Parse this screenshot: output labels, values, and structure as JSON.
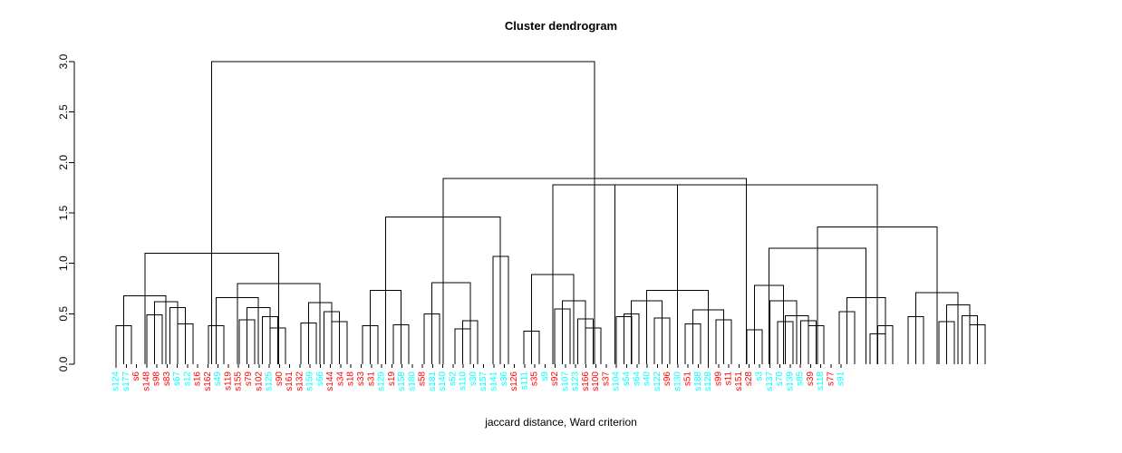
{
  "chart_data": {
    "type": "dendrogram",
    "title": "Cluster dendrogram",
    "xlabel": "jaccard distance, Ward criterion",
    "ylabel": "",
    "ylim": [
      0,
      3.0
    ],
    "yticks": [
      "0.0",
      "0.5",
      "1.0",
      "1.5",
      "2.0",
      "2.5",
      "3.0"
    ],
    "ytick_values": [
      0.0,
      0.5,
      1.0,
      1.5,
      2.0,
      2.5,
      3.0
    ],
    "grid": false,
    "legend": null,
    "n_leaves": 88,
    "leaf_colors": {
      "cyan": "#00FFFF",
      "red": "#FF0000"
    },
    "leaves": [
      {
        "label": "s124",
        "color": "cyan"
      },
      {
        "label": "s177",
        "color": "cyan"
      },
      {
        "label": "s6",
        "color": "red"
      },
      {
        "label": "s148",
        "color": "red"
      },
      {
        "label": "s98",
        "color": "red"
      },
      {
        "label": "s83",
        "color": "red"
      },
      {
        "label": "s67",
        "color": "cyan"
      },
      {
        "label": "s12",
        "color": "cyan"
      },
      {
        "label": "s16",
        "color": "red"
      },
      {
        "label": "s162",
        "color": "red"
      },
      {
        "label": "s49",
        "color": "cyan"
      },
      {
        "label": "s119",
        "color": "red"
      },
      {
        "label": "s155",
        "color": "red"
      },
      {
        "label": "s79",
        "color": "red"
      },
      {
        "label": "s102",
        "color": "red"
      },
      {
        "label": "s125",
        "color": "cyan"
      },
      {
        "label": "s90",
        "color": "red"
      },
      {
        "label": "s161",
        "color": "red"
      },
      {
        "label": "s132",
        "color": "red"
      },
      {
        "label": "s159",
        "color": "cyan"
      },
      {
        "label": "s66",
        "color": "cyan"
      },
      {
        "label": "s144",
        "color": "red"
      },
      {
        "label": "s34",
        "color": "red"
      },
      {
        "label": "s18",
        "color": "red"
      },
      {
        "label": "s33",
        "color": "red"
      },
      {
        "label": "s31",
        "color": "red"
      },
      {
        "label": "s129",
        "color": "cyan"
      },
      {
        "label": "s19",
        "color": "red"
      },
      {
        "label": "s158",
        "color": "cyan"
      },
      {
        "label": "s180",
        "color": "cyan"
      },
      {
        "label": "s58",
        "color": "red"
      },
      {
        "label": "s181",
        "color": "cyan"
      },
      {
        "label": "s140",
        "color": "cyan"
      },
      {
        "label": "s52",
        "color": "cyan"
      },
      {
        "label": "s110",
        "color": "cyan"
      },
      {
        "label": "s30",
        "color": "cyan"
      },
      {
        "label": "s157",
        "color": "cyan"
      },
      {
        "label": "s141",
        "color": "cyan"
      },
      {
        "label": "s36",
        "color": "cyan"
      },
      {
        "label": "s126",
        "color": "red"
      },
      {
        "label": "s111",
        "color": "cyan"
      },
      {
        "label": "s35",
        "color": "red"
      },
      {
        "label": "s9",
        "color": "cyan"
      },
      {
        "label": "s92",
        "color": "red"
      },
      {
        "label": "s107",
        "color": "cyan"
      },
      {
        "label": "s123",
        "color": "cyan"
      },
      {
        "label": "s166",
        "color": "red"
      },
      {
        "label": "s100",
        "color": "red"
      },
      {
        "label": "s37",
        "color": "red"
      },
      {
        "label": "s104",
        "color": "cyan"
      },
      {
        "label": "s54",
        "color": "cyan"
      },
      {
        "label": "s64",
        "color": "cyan"
      },
      {
        "label": "s40",
        "color": "cyan"
      },
      {
        "label": "s122",
        "color": "cyan"
      },
      {
        "label": "s96",
        "color": "red"
      },
      {
        "label": "s130",
        "color": "cyan"
      },
      {
        "label": "s51",
        "color": "red"
      },
      {
        "label": "s188",
        "color": "cyan"
      },
      {
        "label": "s128",
        "color": "cyan"
      },
      {
        "label": "s99",
        "color": "red"
      },
      {
        "label": "s11",
        "color": "red"
      },
      {
        "label": "s151",
        "color": "red"
      },
      {
        "label": "s28",
        "color": "red"
      },
      {
        "label": "s3",
        "color": "cyan"
      },
      {
        "label": "s137",
        "color": "cyan"
      },
      {
        "label": "s70",
        "color": "cyan"
      },
      {
        "label": "s139",
        "color": "cyan"
      },
      {
        "label": "s85",
        "color": "cyan"
      },
      {
        "label": "s39",
        "color": "red"
      },
      {
        "label": "s118",
        "color": "cyan"
      },
      {
        "label": "s77",
        "color": "red"
      },
      {
        "label": "s91",
        "color": "cyan"
      }
    ],
    "merges": [
      {
        "id": "m1",
        "x1": 128,
        "x2": 145,
        "h": 0.38
      },
      {
        "id": "m2",
        "x1": 162,
        "x2": 179,
        "h": 0.49
      },
      {
        "id": "m3",
        "x1": 196,
        "x2": 213,
        "h": 0.4
      },
      {
        "id": "m4",
        "x1": 187.5,
        "x2": 204.5,
        "h": 0.56
      },
      {
        "id": "m5",
        "x1": 170.5,
        "x2": 196,
        "h": 0.62
      },
      {
        "id": "m6",
        "x1": 136.5,
        "x2": 183.2,
        "h": 0.68
      },
      {
        "id": "m7",
        "x1": 230,
        "x2": 247,
        "h": 0.38
      },
      {
        "id": "m8",
        "x1": 264,
        "x2": 281,
        "h": 0.44
      },
      {
        "id": "m9",
        "x1": 298,
        "x2": 315,
        "h": 0.36
      },
      {
        "id": "m10",
        "x1": 289.5,
        "x2": 306.5,
        "h": 0.47
      },
      {
        "id": "m11",
        "x1": 272.5,
        "x2": 298,
        "h": 0.56
      },
      {
        "id": "m12",
        "x1": 238.5,
        "x2": 285.2,
        "h": 0.66
      },
      {
        "id": "m13",
        "x1": 332,
        "x2": 349,
        "h": 0.41
      },
      {
        "id": "m14",
        "x1": 366,
        "x2": 383,
        "h": 0.42
      },
      {
        "id": "m15",
        "x1": 357.5,
        "x2": 374.5,
        "h": 0.52
      },
      {
        "id": "m16",
        "x1": 340.5,
        "x2": 366,
        "h": 0.61
      },
      {
        "id": "m17",
        "x1": 261.8,
        "x2": 353.2,
        "h": 0.8
      },
      {
        "id": "m18",
        "x1": 159.8,
        "x2": 307.5,
        "h": 1.1
      },
      {
        "id": "m19",
        "x1": 400,
        "x2": 417,
        "h": 0.38
      },
      {
        "id": "m20",
        "x1": 434,
        "x2": 451,
        "h": 0.39
      },
      {
        "id": "m21",
        "x1": 408.5,
        "x2": 442.5,
        "h": 0.73
      },
      {
        "id": "m22",
        "x1": 468,
        "x2": 485,
        "h": 0.5
      },
      {
        "id": "m23",
        "x1": 502,
        "x2": 519,
        "h": 0.35
      },
      {
        "id": "m24",
        "x1": 510.5,
        "x2": 527,
        "h": 0.43
      },
      {
        "id": "m25",
        "x1": 476.5,
        "x2": 518.8,
        "h": 0.81
      },
      {
        "id": "m26",
        "x1": 544,
        "x2": 561,
        "h": 1.07
      },
      {
        "id": "m27",
        "x1": 425.5,
        "x2": 552,
        "h": 1.46
      },
      {
        "id": "m28",
        "x1": 578,
        "x2": 595,
        "h": 0.33
      },
      {
        "id": "m29",
        "x1": 612,
        "x2": 629,
        "h": 0.55
      },
      {
        "id": "m30",
        "x1": 646,
        "x2": 663,
        "h": 0.36
      },
      {
        "id": "m31",
        "x1": 637.5,
        "x2": 654.5,
        "h": 0.45
      },
      {
        "id": "m32",
        "x1": 620.5,
        "x2": 646,
        "h": 0.63
      },
      {
        "id": "m33",
        "x1": 586.5,
        "x2": 633.2,
        "h": 0.89
      },
      {
        "id": "m34",
        "x1": 680,
        "x2": 697,
        "h": 0.47
      },
      {
        "id": "m35",
        "x1": 688.5,
        "x2": 705,
        "h": 0.5
      },
      {
        "id": "m36",
        "x1": 722,
        "x2": 739,
        "h": 0.46
      },
      {
        "id": "m37",
        "x1": 696.7,
        "x2": 730.5,
        "h": 0.63
      },
      {
        "id": "m38",
        "x1": 756,
        "x2": 773,
        "h": 0.4
      },
      {
        "id": "m39",
        "x1": 790,
        "x2": 807,
        "h": 0.44
      },
      {
        "id": "m40",
        "x1": 764.5,
        "x2": 798.5,
        "h": 0.54
      },
      {
        "id": "m41",
        "x1": 713.6,
        "x2": 781.5,
        "h": 0.73
      },
      {
        "id": "m42",
        "x1": 609.8,
        "x2": 747.5,
        "h": 1.78
      },
      {
        "id": "m43",
        "x1": 824,
        "x2": 841,
        "h": 0.34
      },
      {
        "id": "m44",
        "x1": 858,
        "x2": 875,
        "h": 0.42
      },
      {
        "id": "m45",
        "x1": 892,
        "x2": 909,
        "h": 0.38
      },
      {
        "id": "m46",
        "x1": 883.5,
        "x2": 900.5,
        "h": 0.43
      },
      {
        "id": "m47",
        "x1": 866.5,
        "x2": 892,
        "h": 0.48
      },
      {
        "id": "m48",
        "x1": 849.5,
        "x2": 879.2,
        "h": 0.63
      },
      {
        "id": "m49",
        "x1": 832.5,
        "x2": 864.4,
        "h": 0.78
      },
      {
        "id": "m50",
        "x1": 926,
        "x2": 943,
        "h": 0.52
      },
      {
        "id": "m51",
        "x1": 960,
        "x2": 977,
        "h": 0.3
      },
      {
        "id": "m52",
        "x1": 968.5,
        "x2": 985,
        "h": 0.38
      },
      {
        "id": "m53",
        "x1": 934.5,
        "x2": 976.8,
        "h": 0.66
      },
      {
        "id": "m54",
        "x1": 848.5,
        "x2": 955.6,
        "h": 1.15
      },
      {
        "id": "m55",
        "x1": 1002,
        "x2": 1019,
        "h": 0.47
      },
      {
        "id": "m56",
        "x1": 1036,
        "x2": 1053,
        "h": 0.42
      },
      {
        "id": "m57",
        "x1": 1070,
        "x2": 1087,
        "h": 0.39
      },
      {
        "id": "m58",
        "x1": 1061.5,
        "x2": 1078.5,
        "h": 0.48
      },
      {
        "id": "m59",
        "x1": 1044.5,
        "x2": 1070,
        "h": 0.59
      },
      {
        "id": "m60",
        "x1": 1010.5,
        "x2": 1057.2,
        "h": 0.71
      },
      {
        "id": "m61",
        "x1": 902.1,
        "x2": 1033.9,
        "h": 1.36
      },
      {
        "id": "m62",
        "x1": 678.6,
        "x2": 968,
        "h": 1.78
      },
      {
        "id": "m63",
        "x1": 489,
        "x2": 823.3,
        "h": 1.84
      },
      {
        "id": "m64",
        "x1": 233.7,
        "x2": 656.2,
        "h": 3.0
      }
    ]
  }
}
